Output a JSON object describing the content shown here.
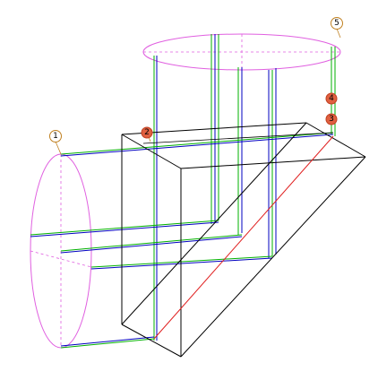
{
  "drawing": {
    "callouts": [
      {
        "id": "callout-1",
        "label": "1",
        "kind": "outline"
      },
      {
        "id": "callout-2",
        "label": "2",
        "kind": "filled"
      },
      {
        "id": "callout-3",
        "label": "3",
        "kind": "filled"
      },
      {
        "id": "callout-4",
        "label": "4",
        "kind": "filled"
      },
      {
        "id": "callout-5",
        "label": "5",
        "kind": "outline"
      }
    ],
    "colors": {
      "edge": "#000000",
      "profile": "#e060e0",
      "axis_green": "#00b000",
      "axis_blue": "#0000c0",
      "seam": "#e02020",
      "callout_outline": "#c08020",
      "callout_fill": "#e06040"
    }
  }
}
